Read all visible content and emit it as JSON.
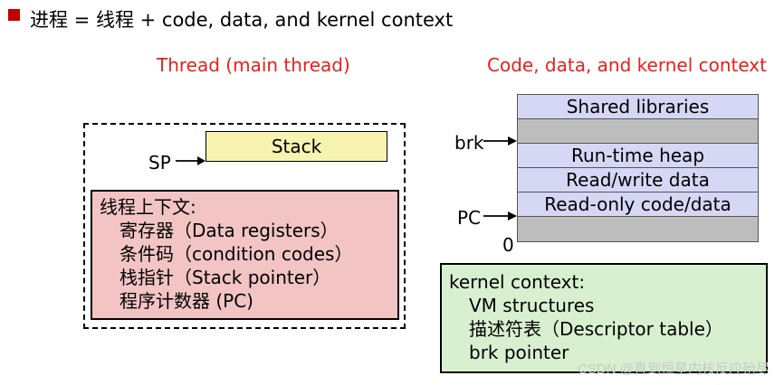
{
  "heading": "进程 = 线程 + code, data, and kernel context",
  "thread_section": {
    "title": "Thread (main thread)",
    "stack_label": "Stack",
    "sp_label": "SP",
    "context_lines": [
      "线程上下文:",
      "寄存器（Data registers）",
      "条件码（condition codes）",
      "栈指针（Stack pointer）",
      "程序计数器 (PC)"
    ]
  },
  "code_section": {
    "title": "Code, data, and kernel context",
    "segments": [
      "Shared libraries",
      "",
      "Run-time heap",
      "Read/write data",
      "Read-only code/data",
      ""
    ],
    "brk_label": "brk",
    "pc_label": "PC",
    "zero_label": "0",
    "kernel_lines": [
      "kernel context:",
      "VM structures",
      "描述符表（Descriptor table）",
      "brk pointer"
    ]
  },
  "watermark": "CSDN @直到恒星内核反应殆尽",
  "colors": {
    "bullet": "#c00000",
    "section_title": "#e8201c",
    "stack_fill": "#f7f4b2",
    "thread_context_fill": "#f2c4c4",
    "segment_purple": "#d6d6f5",
    "segment_gray": "#bdbdbd",
    "kernel_fill": "#d8f0cf"
  }
}
